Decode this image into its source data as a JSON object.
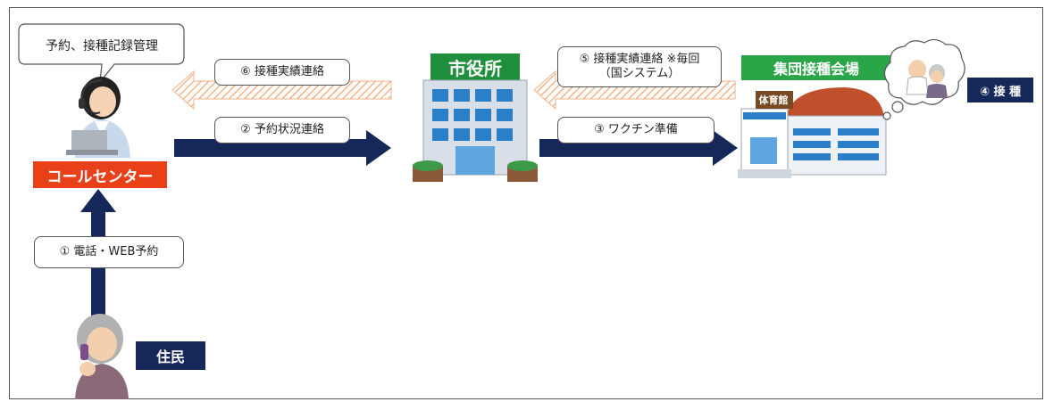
{
  "labels": {
    "management_bubble": "予約、接種記録管理",
    "call_center": "コールセンター",
    "city_hall": "市役所",
    "venue": "集団接種会場",
    "gym": "体育館",
    "inoculation": "④ 接 種",
    "resident": "住民"
  },
  "flows": {
    "step1": "① 電話・WEB予約",
    "step2": "② 予約状況連絡",
    "step3": "③ ワクチン準備",
    "step5_line1": "⑤ 接種実績連絡 ※毎回",
    "step5_line2": "（国システム）",
    "step6": "⑥ 接種実績連絡"
  },
  "colors": {
    "navy": "#16275a",
    "orange": "#e8411a",
    "green": "#2aa648",
    "hatch": "#f2b48a"
  }
}
